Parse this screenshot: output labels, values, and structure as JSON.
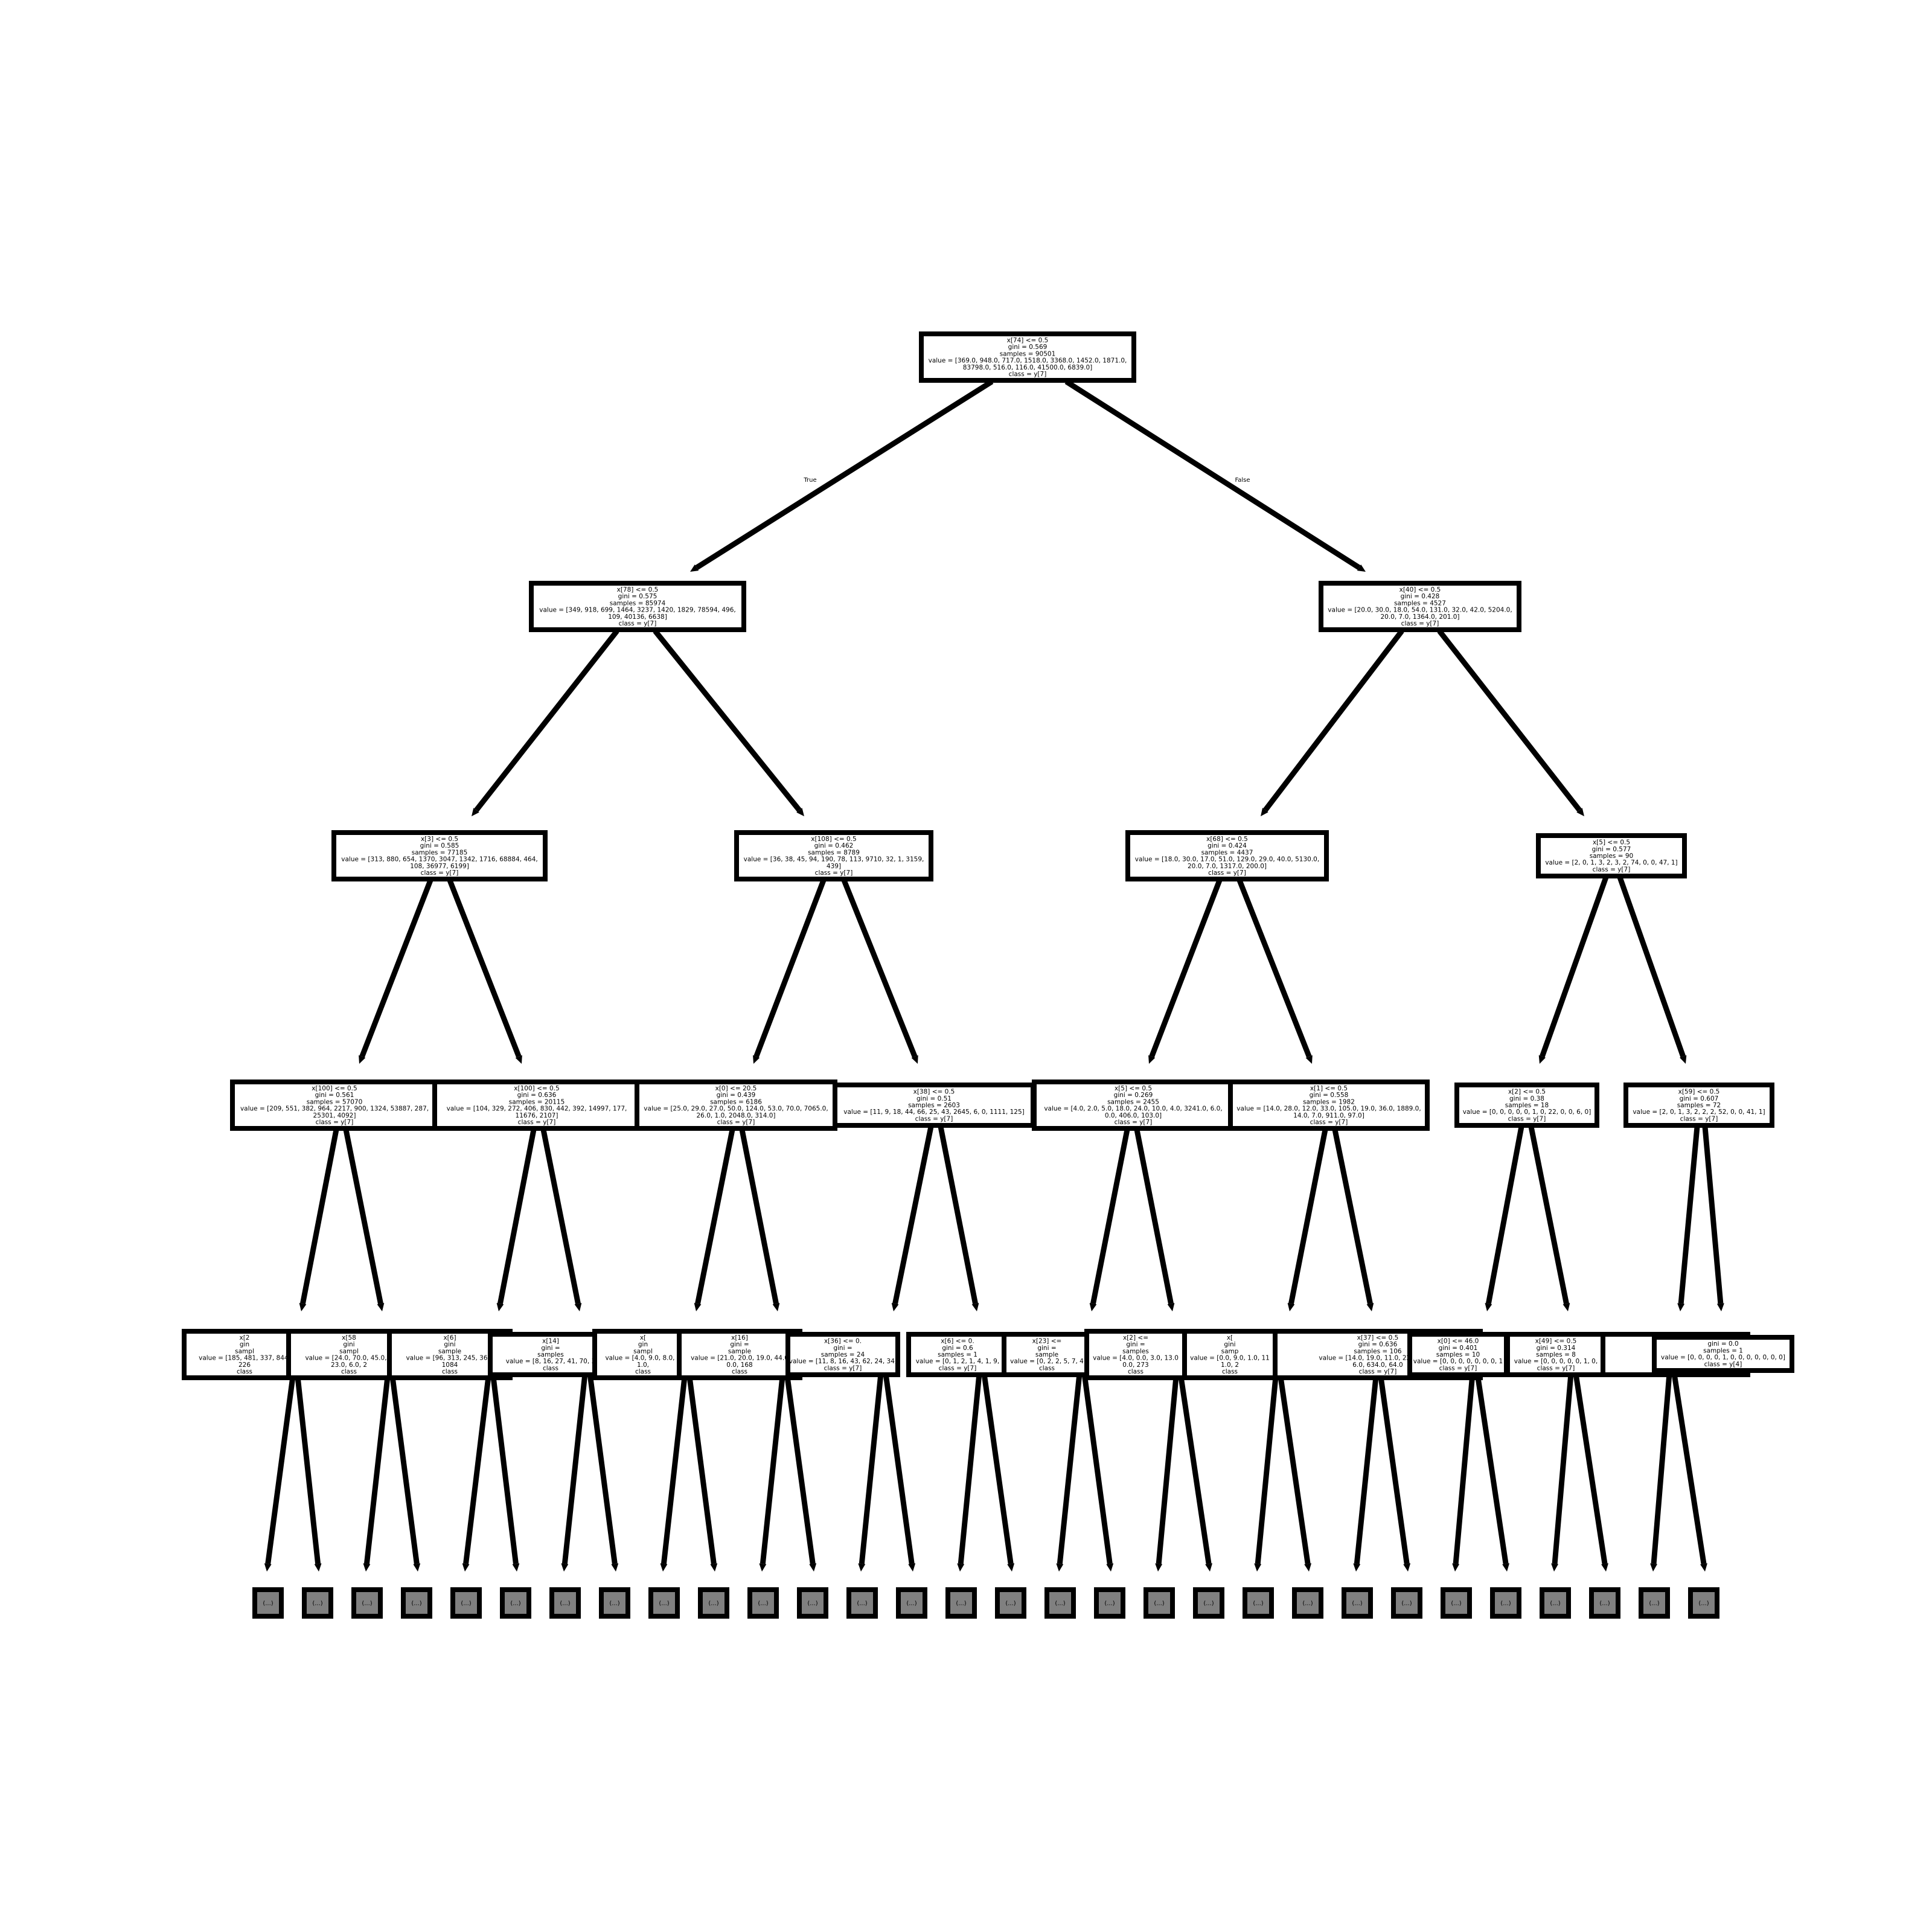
{
  "edge_labels": {
    "true": "True",
    "false": "False"
  },
  "leaf_label": "(...)",
  "nodes": [
    {
      "id": "n0",
      "lines": [
        "x[74] <= 0.5",
        "gini = 0.569",
        "samples = 90501",
        "value = [369.0, 948.0, 717.0, 1518.0, 3368.0, 1452.0, 1871.0,",
        "83798.0, 516.0, 116.0, 41500.0, 6839.0]",
        "class = y[7]"
      ]
    },
    {
      "id": "n1",
      "lines": [
        "x[78] <= 0.5",
        "gini = 0.575",
        "samples = 85974",
        "value = [349, 918, 699, 1464, 3237, 1420, 1829, 78594, 496,",
        "109, 40136, 6638]",
        "class = y[7]"
      ]
    },
    {
      "id": "n2",
      "lines": [
        "x[40] <= 0.5",
        "gini = 0.428",
        "samples = 4527",
        "value = [20.0, 30.0, 18.0, 54.0, 131.0, 32.0, 42.0, 5204.0,",
        "20.0, 7.0, 1364.0, 201.0]",
        "class = y[7]"
      ]
    },
    {
      "id": "n3",
      "lines": [
        "x[3] <= 0.5",
        "gini = 0.585",
        "samples = 77185",
        "value = [313, 880, 654, 1370, 3047, 1342, 1716, 68884, 464,",
        "108, 36977, 6199]",
        "class = y[7]"
      ]
    },
    {
      "id": "n4",
      "lines": [
        "x[108] <= 0.5",
        "gini = 0.462",
        "samples = 8789",
        "value = [36, 38, 45, 94, 190, 78, 113, 9710, 32, 1, 3159,",
        "439]",
        "class = y[7]"
      ]
    },
    {
      "id": "n5",
      "lines": [
        "x[68] <= 0.5",
        "gini = 0.424",
        "samples = 4437",
        "value = [18.0, 30.0, 17.0, 51.0, 129.0, 29.0, 40.0, 5130.0,",
        "20.0, 7.0, 1317.0, 200.0]",
        "class = y[7]"
      ]
    },
    {
      "id": "n6",
      "lines": [
        "x[5] <= 0.5",
        "gini = 0.577",
        "samples = 90",
        "value = [2, 0, 1, 3, 2, 3, 2, 74, 0, 0, 47, 1]",
        "class = y[7]"
      ]
    },
    {
      "id": "n7",
      "lines": [
        "x[100] <= 0.5",
        "gini = 0.561",
        "samples = 57070",
        "value = [209, 551, 382, 964, 2217, 900, 1324, 53887, 287,",
        "25301, 4092]",
        "class = y[7]"
      ]
    },
    {
      "id": "n8",
      "lines": [
        "x[100] <= 0.5",
        "gini = 0.636",
        "samples = 20115",
        "value = [104, 329, 272, 406, 830, 442, 392, 14997, 177,",
        "11676, 2107]",
        "class = y[7]"
      ]
    },
    {
      "id": "n9",
      "lines": [
        "x[0] <= 20.5",
        "gini = 0.439",
        "samples = 6186",
        "value = [25.0, 29.0, 27.0, 50.0, 124.0, 53.0, 70.0, 7065.0,",
        "26.0, 1.0, 2048.0, 314.0]",
        "class = y[7]"
      ]
    },
    {
      "id": "n10",
      "lines": [
        "x[38] <= 0.5",
        "gini = 0.51",
        "samples = 2603",
        "value = [11, 9, 18, 44, 66, 25, 43, 2645, 6, 0, 1111, 125]",
        "class = y[7]"
      ]
    },
    {
      "id": "n11",
      "lines": [
        "x[5] <= 0.5",
        "gini = 0.269",
        "samples = 2455",
        "value = [4.0, 2.0, 5.0, 18.0, 24.0, 10.0, 4.0, 3241.0, 6.0,",
        "0.0, 406.0, 103.0]",
        "class = y[7]"
      ]
    },
    {
      "id": "n12",
      "lines": [
        "x[1] <= 0.5",
        "gini = 0.558",
        "samples = 1982",
        "value = [14.0, 28.0, 12.0, 33.0, 105.0, 19.0, 36.0, 1889.0,",
        "14.0, 7.0, 911.0, 97.0]",
        "class = y[7]"
      ]
    },
    {
      "id": "n13",
      "lines": [
        "x[2] <= 0.5",
        "gini = 0.38",
        "samples = 18",
        "value = [0, 0, 0, 0, 0, 1, 0, 22, 0, 0, 6, 0]",
        "class = y[7]"
      ]
    },
    {
      "id": "n14",
      "lines": [
        "x[59] <= 0.5",
        "gini = 0.607",
        "samples = 72",
        "value = [2, 0, 1, 3, 2, 2, 2, 52, 0, 0, 41, 1]",
        "class = y[7]"
      ]
    },
    {
      "id": "n15",
      "lines": [
        "x[2",
        "gin",
        "sampl",
        "value = [185, 481, 337, 844,",
        "226",
        "class"
      ]
    },
    {
      "id": "n16",
      "lines": [
        "x[58",
        "gini",
        "sampl",
        "value = [24.0, 70.0, 45.0, 1",
        "23.0, 6.0, 2",
        "class"
      ]
    },
    {
      "id": "n17",
      "lines": [
        "x[6]",
        "gini",
        "sample",
        "value = [96, 313, 245, 365,",
        "1084",
        "class"
      ]
    },
    {
      "id": "n18",
      "lines": [
        "x[14]",
        "gini =",
        "samples",
        "value = [8, 16, 27, 41, 70, 3",
        "class"
      ]
    },
    {
      "id": "n19",
      "lines": [
        "x[",
        "gin",
        "sampl",
        "value = [4.0, 9.0, 8.0, 6",
        "1.0,",
        "class"
      ]
    },
    {
      "id": "n20",
      "lines": [
        "x[16]",
        "gini =",
        "sample",
        "value = [21.0, 20.0, 19.0, 44.0",
        "0.0, 168",
        "class"
      ]
    },
    {
      "id": "n21",
      "lines": [
        "x[36] <= 0.",
        "gini =",
        "samples = 24",
        "value = [11, 8, 16, 43, 62, 24, 34,",
        "class = y[7]"
      ]
    },
    {
      "id": "n22",
      "lines": [
        "x[6] <= 0.",
        "gini = 0.6",
        "samples = 1",
        "value = [0, 1, 2, 1, 4, 1, 9,",
        "class = y[7]"
      ]
    },
    {
      "id": "n23",
      "lines": [
        "x[23] <=",
        "gini =",
        "sample",
        "value = [0, 2, 2, 5, 7, 4",
        "class"
      ]
    },
    {
      "id": "n24",
      "lines": [
        "x[2] <=",
        "gini =",
        "samples",
        "value = [4.0, 0.0, 3.0, 13.0",
        "0.0, 273",
        "class"
      ]
    },
    {
      "id": "n25",
      "lines": [
        "x[",
        "gini",
        "samp",
        "value = [0.0, 9.0, 1.0, 11",
        "1.0, 2",
        "class"
      ]
    },
    {
      "id": "n26",
      "lines": [
        "x[37] <= 0.5",
        "gini = 0.636",
        "samples = 106",
        "value = [14.0, 19.0, 11.0, 22.0, 79.0,",
        "6.0, 634.0, 64.0",
        "class = y[7]"
      ]
    },
    {
      "id": "n27",
      "lines": [
        "x[0] <= 46.0",
        "gini = 0.401",
        "samples = 10",
        "value = [0, 0, 0, 0, 0, 0, 0, 1",
        "class = y[7]"
      ]
    },
    {
      "id": "n28",
      "lines": [
        "x[49] <= 0.5",
        "gini = 0.314",
        "samples = 8",
        "value = [0, 0, 0, 0, 0, 1, 0,",
        "class = y[7]"
      ]
    },
    {
      "id": "n29",
      "lines": [
        "value = [2, 0,"
      ]
    },
    {
      "id": "n30",
      "lines": [
        "gini = 0.0",
        "samples = 1",
        "value = [0, 0, 0, 0, 1, 0, 0, 0, 0, 0, 0, 0]",
        "class = y[4]"
      ]
    }
  ]
}
